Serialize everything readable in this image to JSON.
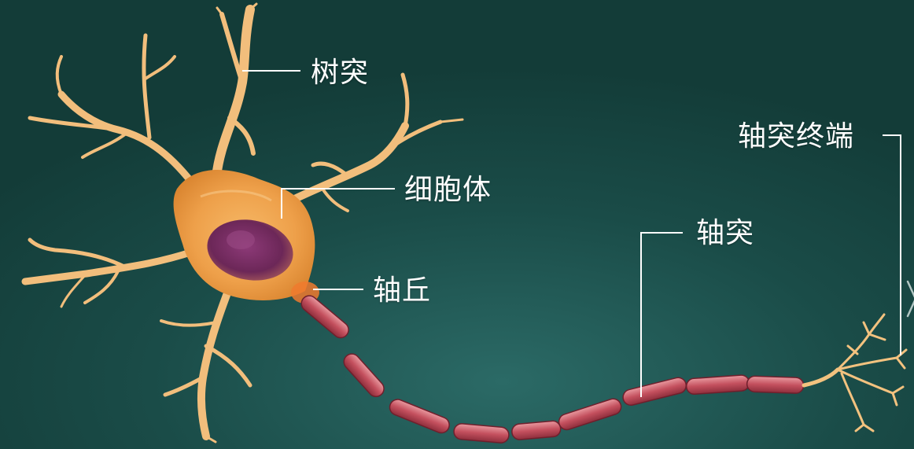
{
  "labels": {
    "dendrite": "树突",
    "soma": "细胞体",
    "axon_hillock": "轴丘",
    "axon": "轴突",
    "axon_terminal": "轴突终端"
  },
  "colors": {
    "background": "#164440",
    "cell_body": "#f0a24a",
    "dendrite": "#f4c07a",
    "nucleus": "#7a2f63",
    "myelin": "#c25a66",
    "leader_line": "#ffffff"
  },
  "icons": {
    "next": "chevron-right-icon"
  }
}
